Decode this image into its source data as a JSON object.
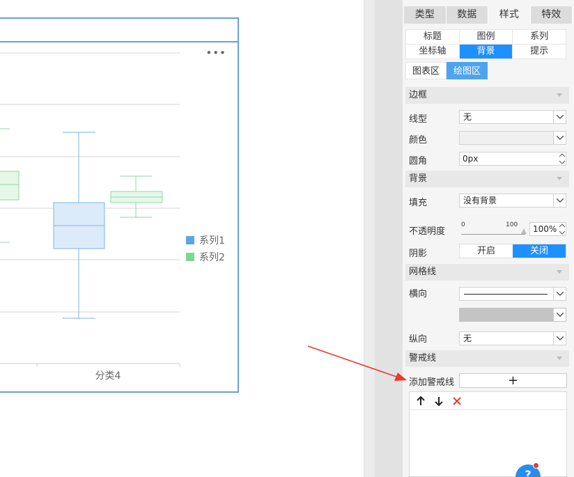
{
  "chart": {
    "more_icon": "•••",
    "x_label": "分类4",
    "legend": [
      {
        "label": "系列1",
        "color": "#5aa6e6"
      },
      {
        "label": "系列2",
        "color": "#7dd88f"
      }
    ],
    "colors": {
      "series1_stroke": "#7ab4e6",
      "series1_fill": "#dcebfa",
      "series2_stroke": "#8edb9c",
      "series2_fill": "#e6f7e9",
      "grid": "#d6d6d6",
      "border": "#6aa0d8"
    }
  },
  "panel": {
    "main_tabs": [
      "类型",
      "数据",
      "样式",
      "特效"
    ],
    "active_main_tab": "样式",
    "sub_tabs": [
      "标题",
      "图例",
      "系列",
      "坐标轴",
      "背景",
      "提示"
    ],
    "active_sub_tab": "背景",
    "area_tabs": [
      "图表区",
      "绘图区"
    ],
    "active_area_tab": "绘图区",
    "border_section": {
      "header": "边框",
      "line_type_label": "线型",
      "line_type_value": "无",
      "color_label": "颜色",
      "radius_label": "圆角",
      "radius_value": "0px"
    },
    "background_section": {
      "header": "背景",
      "fill_label": "填充",
      "fill_value": "没有背景",
      "opacity_label": "不透明度",
      "slider_min": "0",
      "slider_max": "100",
      "opacity_value": "100%",
      "shadow_label": "阴影",
      "shadow_on": "开启",
      "shadow_off": "关闭",
      "shadow_active": "关闭"
    },
    "grid_section": {
      "header": "网格线",
      "horizontal_label": "横向",
      "vertical_label": "纵向",
      "vertical_value": "无"
    },
    "warning_section": {
      "header": "警戒线",
      "add_label": "添加警戒线",
      "add_button": "+"
    },
    "help_badge": "?"
  },
  "annotation": {
    "arrow_color": "#e8392c"
  }
}
